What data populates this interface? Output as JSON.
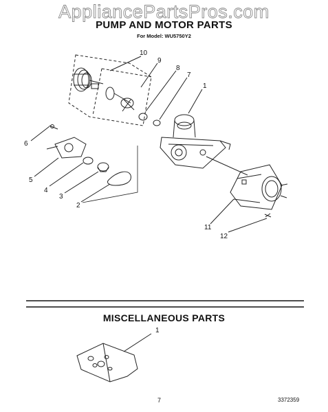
{
  "watermark": "AppliancePartsPros.com",
  "header": {
    "title": "PUMP AND MOTOR PARTS",
    "subtitle": "For Model: WU5750Y2"
  },
  "pump_motor_callouts": [
    "1",
    "2",
    "3",
    "4",
    "5",
    "6",
    "7",
    "8",
    "9",
    "10",
    "11",
    "12"
  ],
  "misc_section": {
    "title": "MISCELLANEOUS PARTS",
    "callouts": [
      "1"
    ]
  },
  "footer": {
    "page_number": "7",
    "document_number": "3372359"
  }
}
